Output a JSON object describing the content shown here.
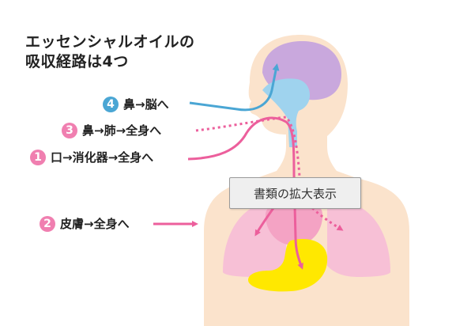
{
  "title": {
    "line1": "エッセンシャルオイルの",
    "line2": "吸収経路は4つ"
  },
  "routes": [
    {
      "number": "4",
      "label": "鼻→脳へ",
      "badge_color": "#4aa6d4"
    },
    {
      "number": "3",
      "label": "鼻→肺→全身へ",
      "badge_color": "#f07fb0"
    },
    {
      "number": "1",
      "label": "口→消化器→全身へ",
      "badge_color": "#f07fb0"
    },
    {
      "number": "2",
      "label": "皮膚→全身へ",
      "badge_color": "#f07fb0"
    }
  ],
  "zoom_button": {
    "label": "書類の拡大表示"
  },
  "colors": {
    "skin": "#fbe3cc",
    "brain": "#c9a8dd",
    "nasal_pathway": "#9fd3ee",
    "lungs": "#f6b9d1",
    "stomach": "#ffe800",
    "pink_arrow": "#ec5f9c",
    "blue_arrow": "#4aa6d4"
  }
}
